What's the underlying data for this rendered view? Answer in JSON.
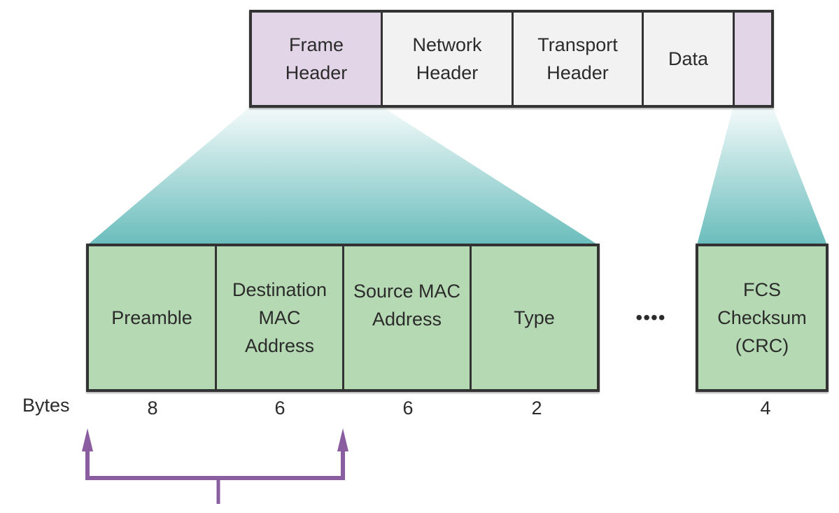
{
  "frame": {
    "cells": [
      {
        "label": "Frame\nHeader",
        "color": "#e1d5e7"
      },
      {
        "label": "Network\nHeader",
        "color": "#f2f2f2"
      },
      {
        "label": "Transport\nHeader",
        "color": "#f2f2f2"
      },
      {
        "label": "Data",
        "color": "#f2f2f2"
      },
      {
        "label": "",
        "color": "#e1d5e7"
      }
    ]
  },
  "fields": [
    {
      "label": "Preamble",
      "bytes": "8"
    },
    {
      "label": "Destination\nMAC\nAddress",
      "bytes": "6"
    },
    {
      "label": "Source MAC\nAddress",
      "bytes": "6"
    },
    {
      "label": "Type",
      "bytes": "2"
    }
  ],
  "ellipsis": "••••",
  "fcs": {
    "label": "FCS\nChecksum\n(CRC)",
    "bytes": "4"
  },
  "bytes_label": "Bytes",
  "colors": {
    "field": "#b5d9b2",
    "border": "#333333",
    "zoom_gradient": "#6bbfbf",
    "bracket": "#8a5ca0"
  }
}
